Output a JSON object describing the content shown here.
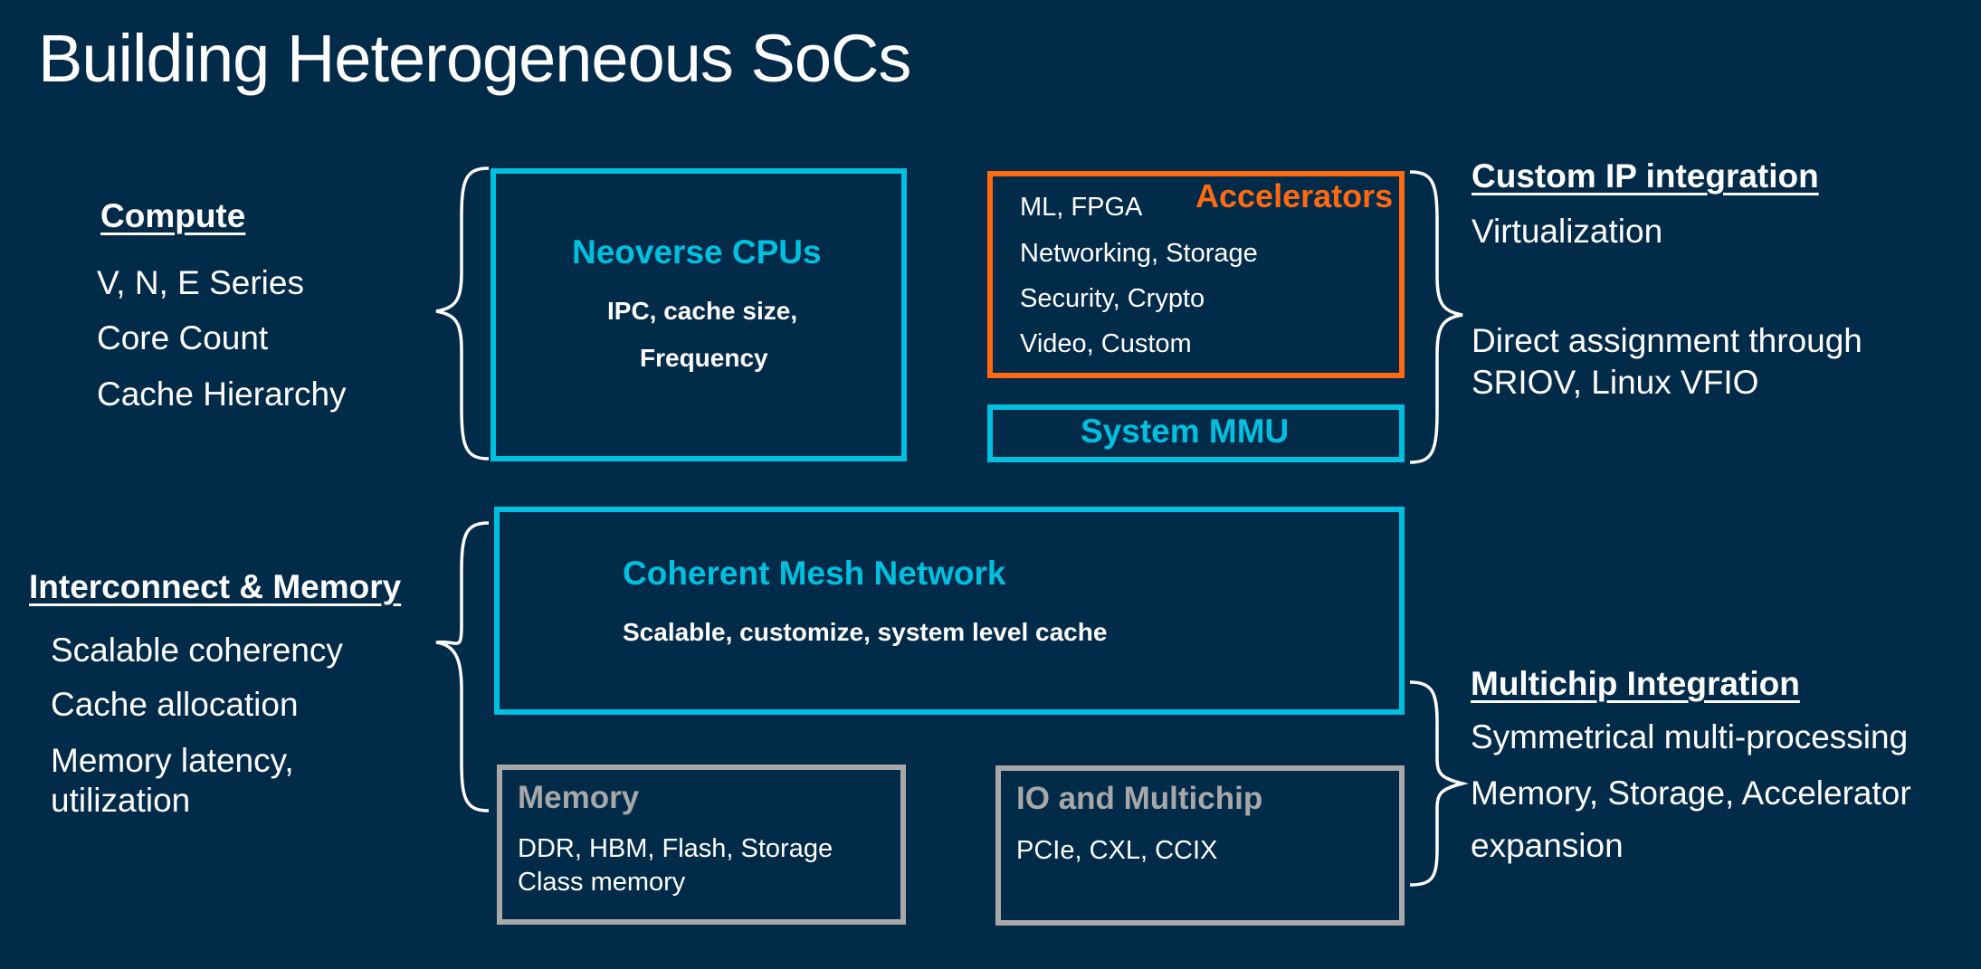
{
  "title": "Building Heterogeneous SoCs",
  "left": {
    "compute": {
      "heading": "Compute",
      "items": [
        "V, N, E Series",
        "Core Count",
        "Cache Hierarchy"
      ]
    },
    "interconnect": {
      "heading": "Interconnect & Memory",
      "items": [
        "Scalable coherency",
        "Cache allocation",
        "Memory latency,",
        "utilization"
      ]
    }
  },
  "blocks": {
    "cpus": {
      "title": "Neoverse CPUs",
      "lines": [
        "IPC, cache size,",
        "Frequency"
      ]
    },
    "accelerators": {
      "title": "Accelerators",
      "items": [
        "ML, FPGA",
        "Networking, Storage",
        "Security, Crypto",
        "Video, Custom"
      ]
    },
    "smmu": {
      "title": "System MMU"
    },
    "mesh": {
      "title": "Coherent Mesh Network",
      "subtitle": "Scalable, customize, system level cache"
    },
    "memory": {
      "title": "Memory",
      "lines": [
        "DDR, HBM, Flash, Storage",
        "Class memory"
      ]
    },
    "io": {
      "title": "IO and Multichip",
      "lines": [
        "PCIe, CXL, CCIX"
      ]
    }
  },
  "right": {
    "custom_ip": {
      "heading": "Custom IP integration",
      "items": [
        "Virtualization",
        "Direct assignment through",
        "SRIOV, Linux VFIO"
      ]
    },
    "multichip": {
      "heading": "Multichip Integration",
      "items": [
        "Symmetrical multi-processing",
        "Memory, Storage, Accelerator",
        "expansion"
      ]
    }
  },
  "colors": {
    "background": "#022B4A",
    "cyan": "#00BFDF",
    "orange": "#FF6A10",
    "gray": "#A8A8A8"
  }
}
